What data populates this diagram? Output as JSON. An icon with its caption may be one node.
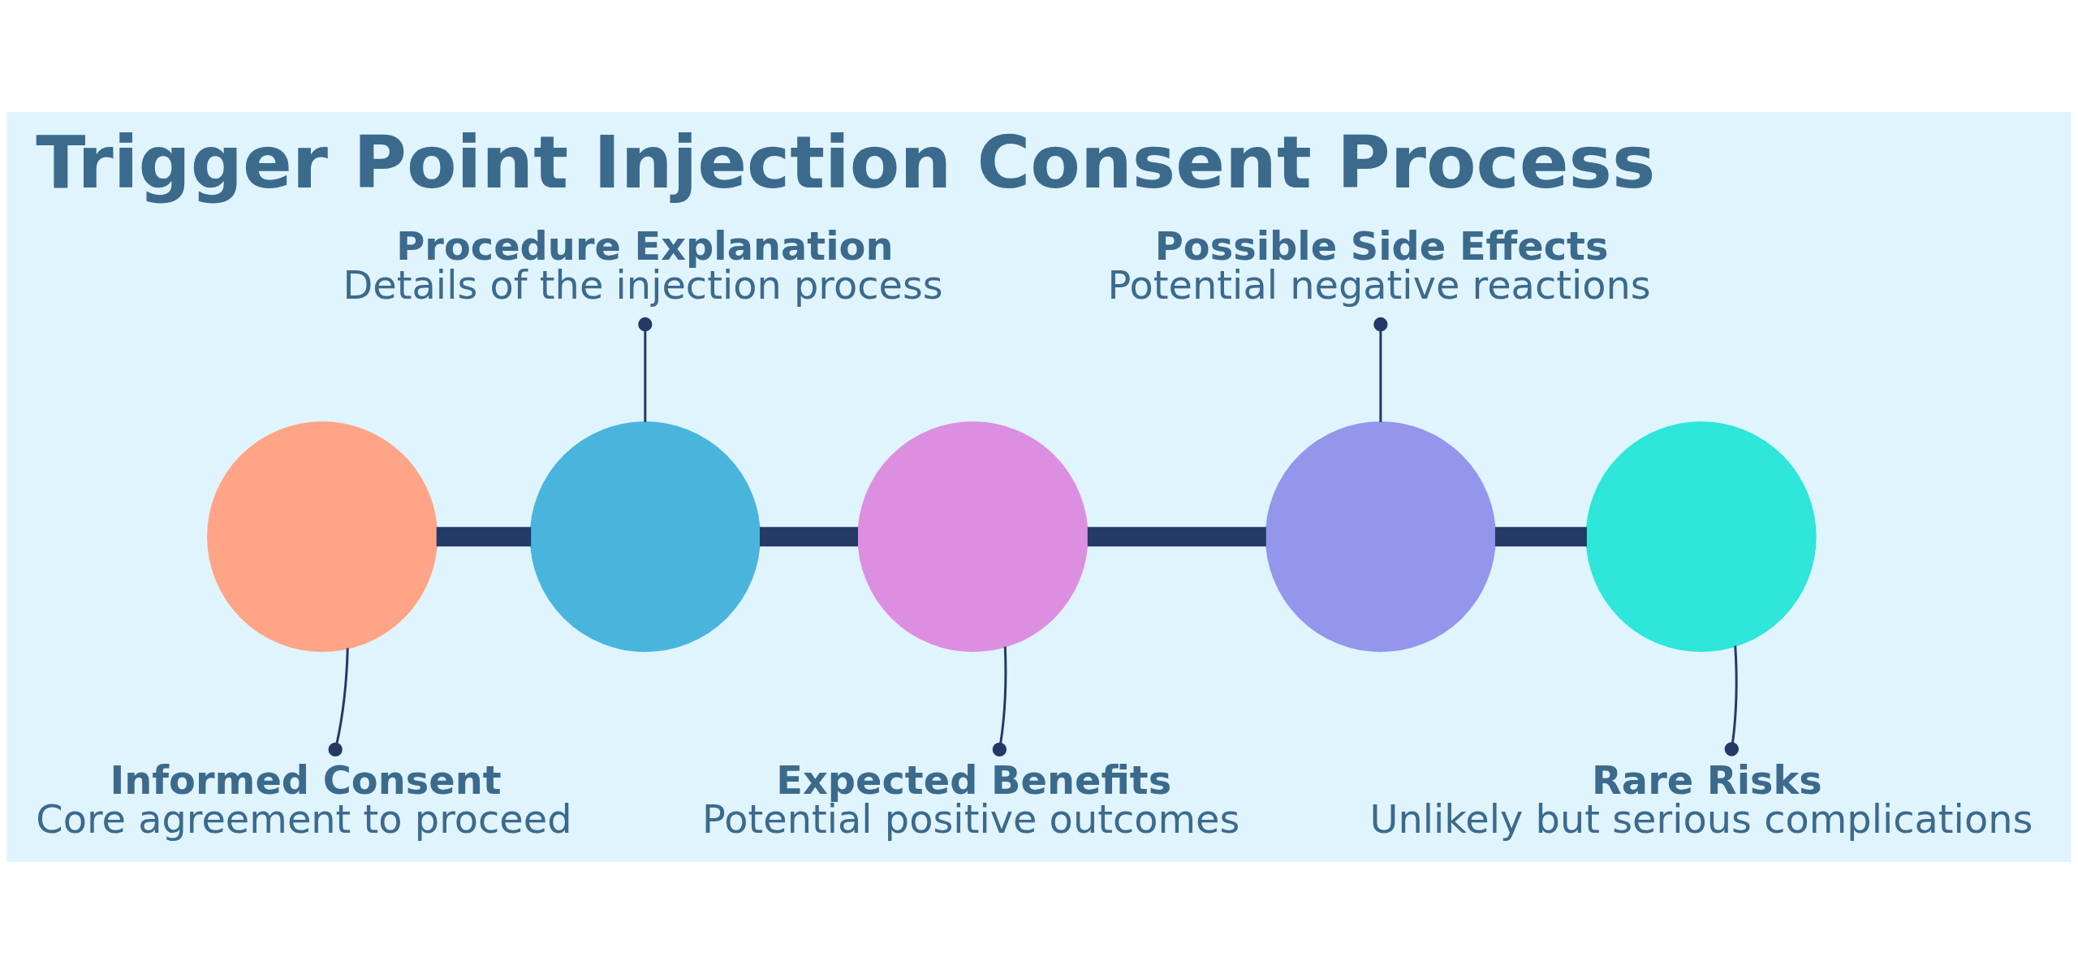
{
  "diagram": {
    "title": "Trigger Point Injection Consent Process",
    "nodes": [
      {
        "text": [],
        "shape": "circle"
      },
      {
        "text": [],
        "shape": "circle"
      },
      {
        "text": [],
        "shape": "circle"
      },
      {
        "text": [],
        "shape": "circle"
      },
      {
        "text": [],
        "shape": "circle"
      },
      {
        "text": [
          "Informed Consent",
          "Core agreement to proceed"
        ]
      },
      {
        "text": [
          "Procedure Explanation",
          "Details of the injection process"
        ]
      },
      {
        "text": [
          "Expected Benefits",
          "Potential positive outcomes"
        ]
      },
      {
        "text": [
          "Possible Side Effects",
          "Potential negative reactions"
        ]
      },
      {
        "text": [
          "Rare Risks",
          "Unlikely but serious complications"
        ]
      }
    ],
    "edges": [
      {
        "from": 0,
        "to": 1,
        "arrow": "none",
        "style": "thick"
      },
      {
        "from": 1,
        "to": 2,
        "arrow": "none",
        "style": "thick"
      },
      {
        "from": 2,
        "to": 3,
        "arrow": "none",
        "style": "thick"
      },
      {
        "from": 3,
        "to": 4,
        "arrow": "none",
        "style": "thick"
      },
      {
        "from": 5,
        "to": 0,
        "arrow": "other"
      },
      {
        "from": 6,
        "to": 1,
        "arrow": "other"
      },
      {
        "from": 7,
        "to": 2,
        "arrow": "other"
      },
      {
        "from": 8,
        "to": 3,
        "arrow": "other"
      },
      {
        "from": 9,
        "to": 4,
        "arrow": "other"
      }
    ]
  }
}
